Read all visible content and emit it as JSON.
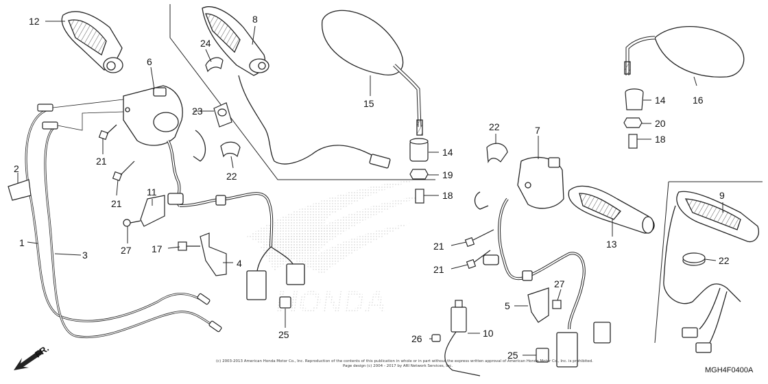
{
  "diagram": {
    "ref_code": "MGH4F0400A",
    "direction_label": "FR.",
    "copyright_line1": "(c) 2003-2013 American Honda Motor Co., Inc. Reproduction of the contents of this publication in whole or in part without the express written approval of American Honda Motor Co., Inc. is prohibited.",
    "copyright_line2": "Page design (c) 2004 - 2017 by ARI Network Services, Inc.",
    "watermark_text": "HONDA"
  },
  "callouts": [
    {
      "id": "c12-top",
      "label": "12"
    },
    {
      "id": "c8",
      "label": "8"
    },
    {
      "id": "c24",
      "label": "24"
    },
    {
      "id": "c6",
      "label": "6"
    },
    {
      "id": "c23",
      "label": "23"
    },
    {
      "id": "c21-a",
      "label": "21"
    },
    {
      "id": "c21-b",
      "label": "21"
    },
    {
      "id": "c22-a",
      "label": "22"
    },
    {
      "id": "c2",
      "label": "2"
    },
    {
      "id": "c11",
      "label": "11"
    },
    {
      "id": "c27-a",
      "label": "27"
    },
    {
      "id": "c17",
      "label": "17"
    },
    {
      "id": "c4",
      "label": "4"
    },
    {
      "id": "c1",
      "label": "1"
    },
    {
      "id": "c3",
      "label": "3"
    },
    {
      "id": "c25-a",
      "label": "25"
    },
    {
      "id": "c15",
      "label": "15"
    },
    {
      "id": "c14-a",
      "label": "14"
    },
    {
      "id": "c19",
      "label": "19"
    },
    {
      "id": "c18-a",
      "label": "18"
    },
    {
      "id": "c22-b",
      "label": "22"
    },
    {
      "id": "c7",
      "label": "7"
    },
    {
      "id": "c21-c",
      "label": "21"
    },
    {
      "id": "c21-d",
      "label": "21"
    },
    {
      "id": "c5",
      "label": "5"
    },
    {
      "id": "c27-b",
      "label": "27"
    },
    {
      "id": "c10",
      "label": "10"
    },
    {
      "id": "c26",
      "label": "26"
    },
    {
      "id": "c25-b",
      "label": "25"
    },
    {
      "id": "c13",
      "label": "13"
    },
    {
      "id": "c16",
      "label": "16"
    },
    {
      "id": "c14-b",
      "label": "14"
    },
    {
      "id": "c20",
      "label": "20"
    },
    {
      "id": "c18-b",
      "label": "18"
    },
    {
      "id": "c9",
      "label": "9"
    },
    {
      "id": "c22-c",
      "label": "22"
    }
  ]
}
